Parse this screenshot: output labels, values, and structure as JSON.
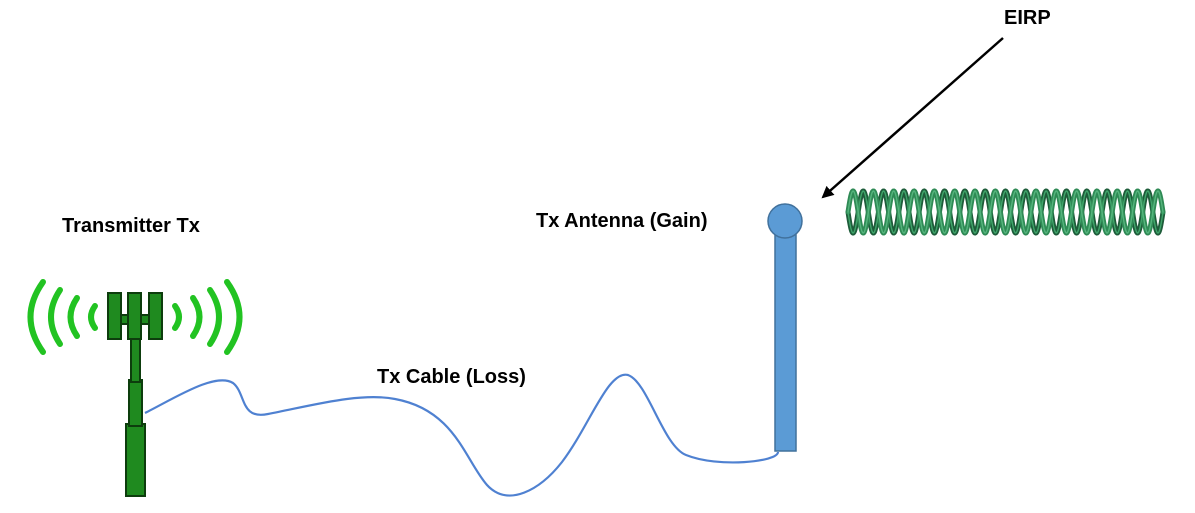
{
  "labels": {
    "eirp": "EIRP",
    "transmitter": "Transmitter Tx",
    "antenna": "Tx Antenna (Gain)",
    "cable": "Tx Cable (Loss)"
  },
  "icons": {
    "tower": "cell-tower-icon",
    "signal": "radio-waves-icon",
    "antenna": "antenna-icon",
    "wave": "helical-wave-icon",
    "arrow": "arrow-icon"
  },
  "colors": {
    "tower_fill": "#1f8a1f",
    "tower_stroke": "#0d3d0d",
    "radio_waves": "#22c322",
    "cable": "#4f81d1",
    "antenna_fill": "#5b9bd5",
    "antenna_stroke": "#41719c",
    "helix_dark": "#1e5c3a",
    "helix_light": "#2f8a55",
    "arrow": "#000000"
  }
}
